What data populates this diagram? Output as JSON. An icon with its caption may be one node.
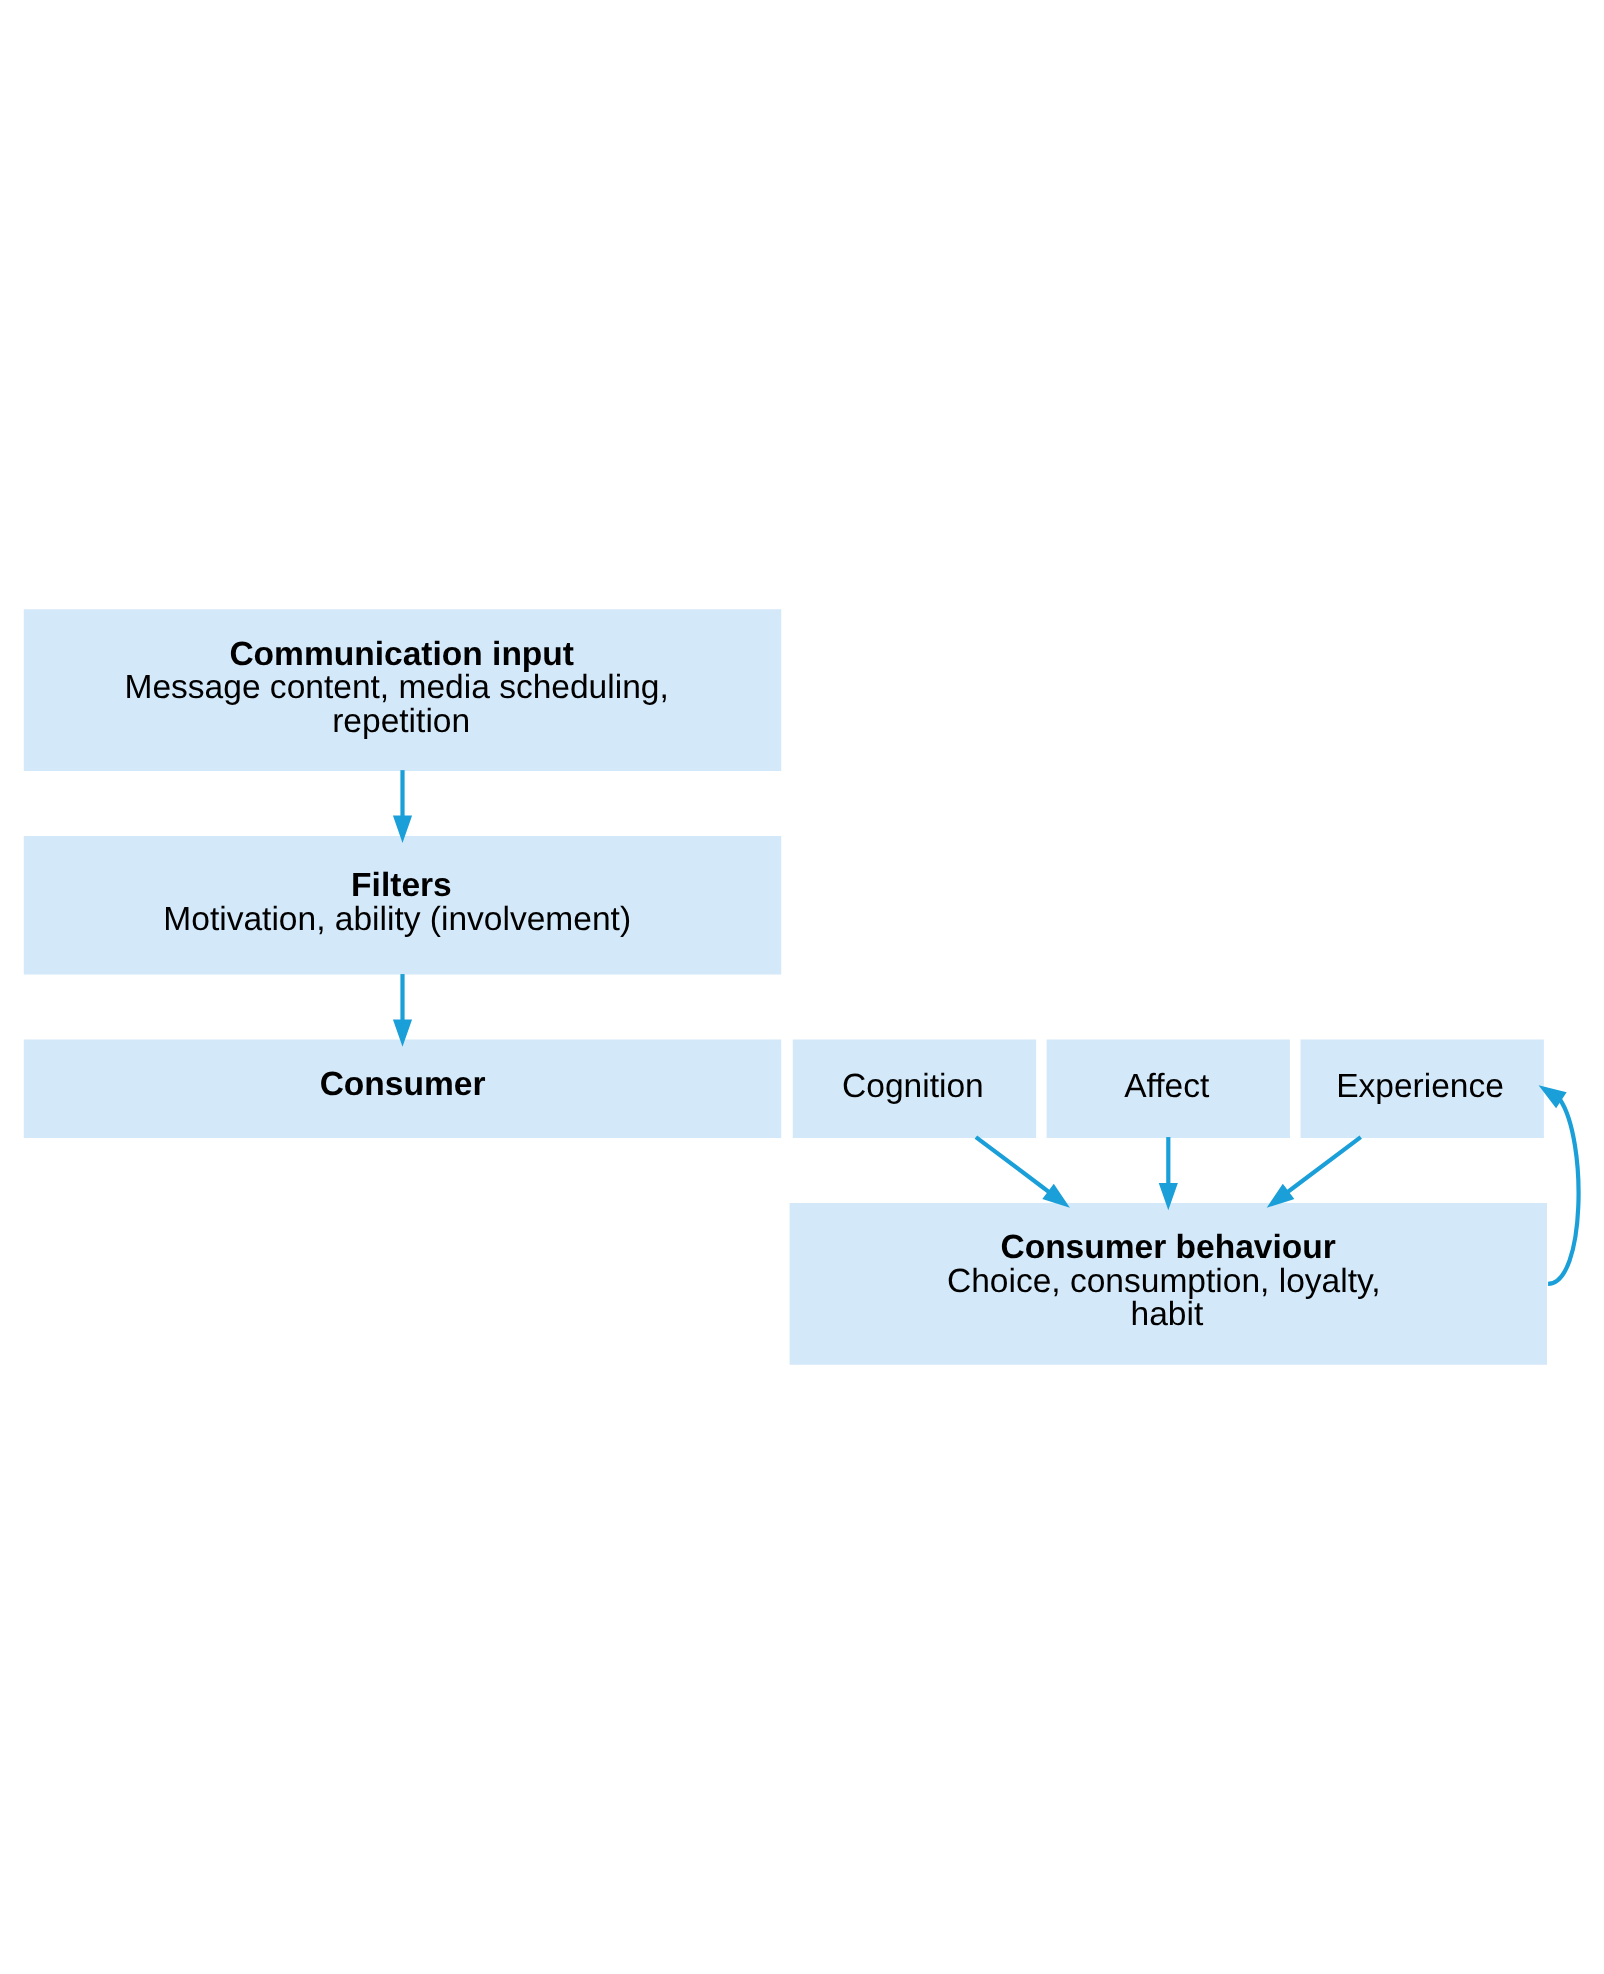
{
  "diagram": {
    "nodes": [
      {
        "text": [
          "Communication input",
          "Message content, media scheduling, repetition"
        ]
      },
      {
        "text": [
          "Filters",
          "Motivation, ability (involvement)"
        ]
      },
      {
        "text": [
          "Consumer"
        ]
      },
      {
        "text": [
          "Cognition"
        ]
      },
      {
        "text": [
          "Affect"
        ]
      },
      {
        "text": [
          "Experience"
        ]
      },
      {
        "text": [
          "Consumer behaviour",
          "Choice, consumption, loyalty, habit"
        ]
      }
    ],
    "edges": [
      {
        "from": 0,
        "to": 1,
        "arrow": "to"
      },
      {
        "from": 1,
        "to": 2,
        "arrow": "to"
      },
      {
        "from": 3,
        "to": 6,
        "arrow": "to"
      },
      {
        "from": 4,
        "to": 6,
        "arrow": "to"
      },
      {
        "from": 5,
        "to": 6,
        "arrow": "to"
      },
      {
        "from": 6,
        "to": 5,
        "arrow": "to"
      }
    ]
  }
}
